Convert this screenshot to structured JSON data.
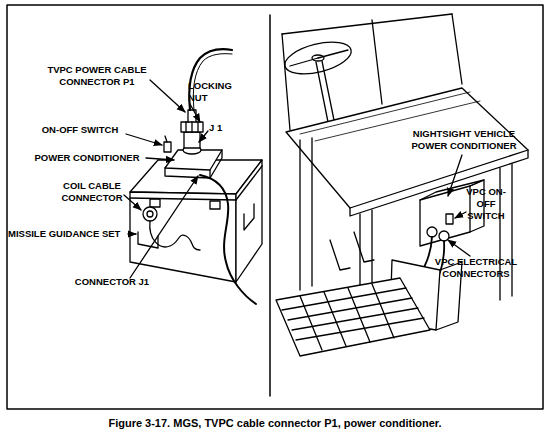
{
  "diagram": {
    "caption": "Figure 3-17. MGS, TVPC cable connector P1, power conditioner.",
    "labels": [
      "TVPC POWER CABLE CONNECTOR P1",
      "LOCKING NUT",
      "ON-OFF SWITCH",
      "J 1",
      "POWER CONDITIONER",
      "COIL CABLE CONNECTOR",
      "MISSILE GUIDANCE SET",
      "CONNECTOR J1",
      "NIGHTSIGHT VEHICLE POWER CONDITIONER",
      "VPC ON-OFF SWITCH",
      "VPC ELECTRICAL CONNECTORS"
    ]
  }
}
